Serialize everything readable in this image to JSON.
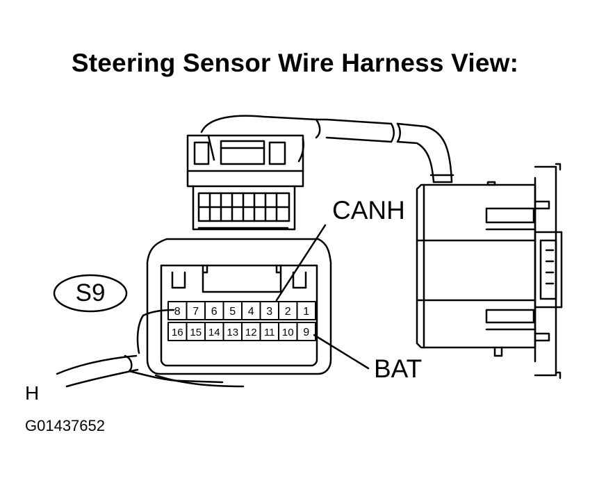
{
  "diagram": {
    "title": "Steering Sensor Wire Harness View:",
    "connector_id": "S9",
    "pins_top": [
      "8",
      "7",
      "6",
      "5",
      "4",
      "3",
      "2",
      "1"
    ],
    "pins_bottom": [
      "16",
      "15",
      "14",
      "13",
      "12",
      "11",
      "10",
      "9"
    ],
    "callouts": {
      "canh": "CANH",
      "bat": "BAT"
    },
    "view_marker": "H",
    "figure_code": "G01437652"
  }
}
